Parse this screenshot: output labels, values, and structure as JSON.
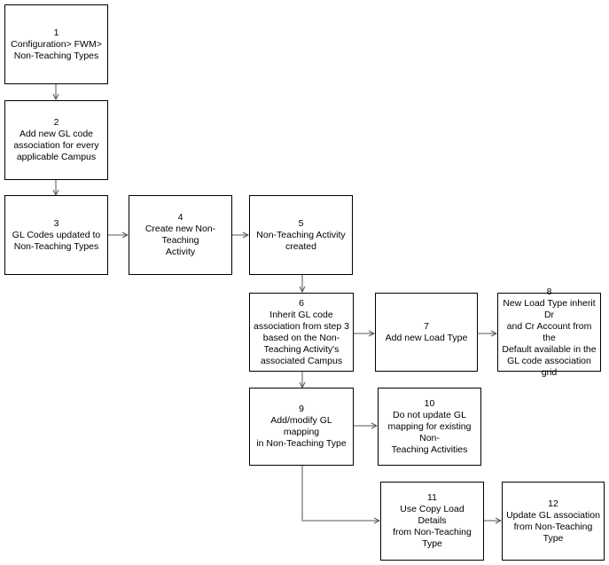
{
  "diagram": {
    "nodes": [
      {
        "id": "n1",
        "number": "1",
        "label": "Configuration> FWM>\nNon-Teaching Types"
      },
      {
        "id": "n2",
        "number": "2",
        "label": "Add new GL code\nassociation for every\napplicable Campus"
      },
      {
        "id": "n3",
        "number": "3",
        "label": "GL Codes updated to\nNon-Teaching Types"
      },
      {
        "id": "n4",
        "number": "4",
        "label": "Create new Non-Teaching\nActivity"
      },
      {
        "id": "n5",
        "number": "5",
        "label": "Non-Teaching Activity\ncreated"
      },
      {
        "id": "n6",
        "number": "6",
        "label": "Inherit GL code\nassociation from step 3\nbased on the Non-\nTeaching Activity's\nassociated Campus"
      },
      {
        "id": "n7",
        "number": "7",
        "label": "Add new Load Type"
      },
      {
        "id": "n8",
        "number": "8",
        "label": "New Load Type inherit Dr\nand Cr Account from the\nDefault available in the\nGL code association grid"
      },
      {
        "id": "n9",
        "number": "9",
        "label": "Add/modify GL mapping\nin Non-Teaching Type"
      },
      {
        "id": "n10",
        "number": "10",
        "label": "Do not update GL\nmapping for existing Non-\nTeaching Activities"
      },
      {
        "id": "n11",
        "number": "11",
        "label": "Use Copy Load Details\nfrom Non-Teaching Type"
      },
      {
        "id": "n12",
        "number": "12",
        "label": "Update GL association\nfrom Non-Teaching Type"
      }
    ],
    "edges": [
      {
        "from": "n1",
        "to": "n2"
      },
      {
        "from": "n2",
        "to": "n3"
      },
      {
        "from": "n3",
        "to": "n4"
      },
      {
        "from": "n4",
        "to": "n5"
      },
      {
        "from": "n5",
        "to": "n6"
      },
      {
        "from": "n6",
        "to": "n7"
      },
      {
        "from": "n7",
        "to": "n8"
      },
      {
        "from": "n6",
        "to": "n9"
      },
      {
        "from": "n9",
        "to": "n10"
      },
      {
        "from": "n9",
        "to": "n11"
      },
      {
        "from": "n11",
        "to": "n12"
      }
    ]
  }
}
